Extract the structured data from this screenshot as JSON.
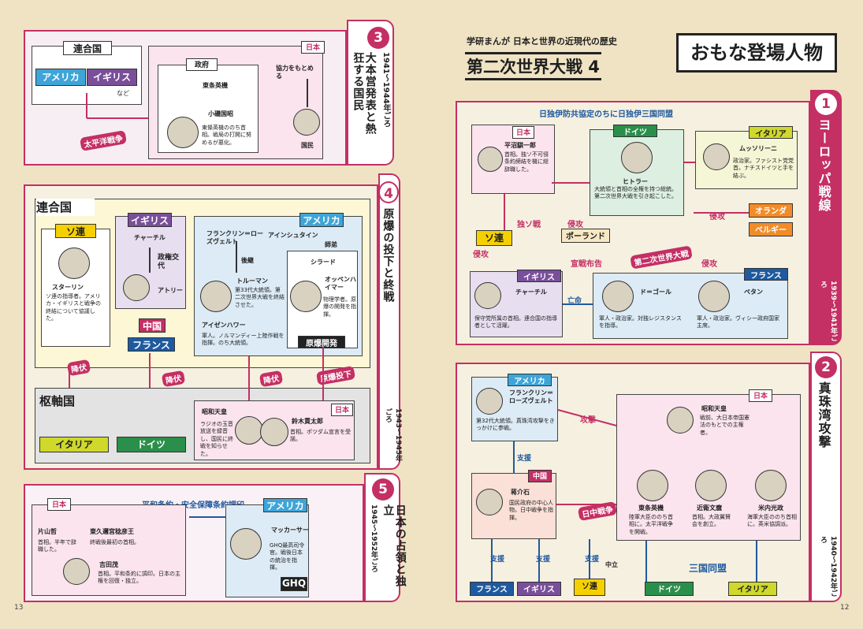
{
  "pages": {
    "left": "13",
    "right": "12"
  },
  "series_title": "学研まんが 日本と世界の近現代の歴史",
  "book_title": "第二次世界大戦 4",
  "cast_title": "おもな登場人物",
  "sec3": {
    "num": "3",
    "title": "大本営発表と熱狂する国民",
    "period": "1941～1944年ごろ",
    "allies_label": "連合国",
    "america": "アメリカ",
    "britain": "イギリス",
    "etc": "など",
    "japan": "日本",
    "gov": "政府",
    "tojo": "東条英機",
    "koiso": "小磯国昭",
    "koiso_desc": "東條英機ののち首相。戦局の打開に努めるが悪化。",
    "cooperate": "協力をもとめる",
    "people": "国民",
    "war": "太平洋戦争"
  },
  "sec4": {
    "num": "4",
    "title": "原爆の投下と終戦",
    "period": "1943～1945年ごろ",
    "allies_label": "連合国",
    "ussr": "ソ連",
    "stalin": "スターリン",
    "stalin_desc": "ソ連の指導者。アメリカ・イギリスと戦争の終結について協議した。",
    "britain": "イギリス",
    "churchill": "チャーチル",
    "change": "政権交代",
    "attlee": "アトリー",
    "china": "中国",
    "france": "フランス",
    "america": "アメリカ",
    "fdr": "フランクリン＝ローズヴェルト",
    "successor": "後継",
    "truman": "トルーマン",
    "truman_desc": "第33代大統領。第二次世界大戦を終結させた。",
    "einstein": "アインシュタイン",
    "disciple": "師弟",
    "szilard": "シラード",
    "oppenheimer": "オッペンハイマー",
    "oppen_desc": "物理学者。原爆の開発を指揮。",
    "eisenhower": "アイゼンハワー",
    "eisen_desc": "軍人。ノルマンディー上陸作戦を指揮。のち大統領。",
    "manhattan": "原爆開発",
    "axis_label": "枢軸国",
    "italy": "イタリア",
    "germany": "ドイツ",
    "surrender": "降伏",
    "bomb": "原爆投下",
    "japan": "日本",
    "hirohito": "昭和天皇",
    "hirohito_desc": "ラジオの玉音放送を録音し、国民に終戦を知らせた。",
    "suzuki": "鈴木貫太郎",
    "suzuki_desc": "首相。ポツダム宣言を受諾。"
  },
  "sec5": {
    "num": "5",
    "title": "日本の占領と独立",
    "period": "1945～1952年ごろ",
    "treaty": "平和条約・安全保障条約調印",
    "japan": "日本",
    "america": "アメリカ",
    "katayama": "片山哲",
    "katayama_desc": "首相。半年で辞職した。",
    "higashikuni": "東久邇宮稔彦王",
    "higashikuni_desc": "終戦後最初の首相。",
    "yoshida": "吉田茂",
    "yoshida_desc": "首相。平和条約に調印。日本の主権を回復・独立。",
    "macarthur": "マッカーサー",
    "mac_desc": "GHQ最高司令官。戦後日本の統治を指揮。",
    "ghq": "GHQ"
  },
  "sec1": {
    "num": "1",
    "title": "ヨーロッパ戦線",
    "period": "1939～1941年ごろ",
    "pact": "日独伊防共協定のちに日独伊三国同盟",
    "japan": "日本",
    "hiranuma": "平沼騏一郎",
    "hiranuma_desc": "首相。独ソ不可侵条約締結を機に総辞職した。",
    "germany": "ドイツ",
    "hitler": "ヒトラー",
    "hitler_desc": "大統領と首相の全権を持つ総統。第二次世界大戦を引き起こした。",
    "italy": "イタリア",
    "mussolini": "ムッソリーニ",
    "mussolini_desc": "政治家。ファシスト党党首。ナチスドイツと手を結ぶ。",
    "ussr": "ソ連",
    "nonaggression": "独ソ戦",
    "invasion": "侵攻",
    "poland": "ポーランド",
    "netherlands": "オランダ",
    "belgium": "ベルギー",
    "declare": "宣戦布告",
    "ww2": "第二次世界大戦",
    "britain": "イギリス",
    "churchill": "チャーチル",
    "churchill_desc": "保守党所属の首相。連合国の指導者として活躍。",
    "exile": "亡命",
    "degaulle": "ド＝ゴール",
    "degaulle_desc": "軍人・政治家。対独レジスタンスを指導。",
    "france": "フランス",
    "petain": "ペタン",
    "petain_desc": "軍人・政治家。ヴィシー政府国家主席。"
  },
  "sec2": {
    "num": "2",
    "title": "真珠湾攻撃",
    "period": "1940～1942年ごろ",
    "america": "アメリカ",
    "fdr": "フランクリン＝ローズヴェルト",
    "fdr_desc": "第32代大統領。真珠湾攻撃をきっかけに参戦。",
    "attack": "攻撃",
    "japan": "日本",
    "hirohito": "昭和天皇",
    "hirohito_desc": "戦前、大日本帝国憲法のもとでの主権者。",
    "support": "支援",
    "china": "中国",
    "chiang": "蒋介石",
    "chiang_desc": "国民政府の中心人物。日中戦争を指揮。",
    "sinojapanese": "日中戦争",
    "tojo": "東条英機",
    "tojo_desc": "陸軍大臣ののち首相に。太平洋戦争を開戦。",
    "konoe": "近衛文麿",
    "konoe_desc": "首相。大政翼賛会を創立。",
    "yonai": "米内光政",
    "yonai_desc": "海軍大臣ののち首相に。英米協調派。",
    "neutral": "中立",
    "tripartite": "三国同盟",
    "france": "フランス",
    "britain": "イギリス",
    "ussr": "ソ連",
    "germany": "ドイツ",
    "italy": "イタリア"
  }
}
